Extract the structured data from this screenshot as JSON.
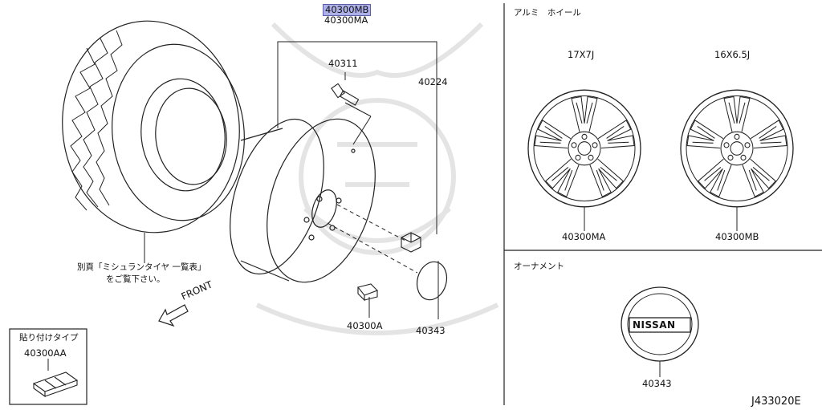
{
  "header_label": "40300MB",
  "parts": {
    "wheel_ma_top": "40300MA",
    "valve": "40311",
    "nut": "40224",
    "weight": "40300A",
    "cap": "40343",
    "cap2": "40343",
    "wheel_ma": "40300MA",
    "wheel_mb": "40300MB",
    "sticker": "40300AA"
  },
  "tire_note_line1": "別頁「ミシュランタイヤ 一覧表」",
  "tire_note_line2": "をご覧下さい。",
  "front_label": "FRONT",
  "sections": {
    "alloy_title": "アルミ　ホイール",
    "size_ma": "17X7J",
    "size_mb": "16X6.5J",
    "ornament_title": "オーナメント",
    "sticker_title": "貼り付けタイプ"
  },
  "logo_text": "NISSAN",
  "diagram_id": "J433020E",
  "colors": {
    "highlight": "#aeb0e8",
    "line": "#222222",
    "watermark": "#e6e6e6"
  }
}
